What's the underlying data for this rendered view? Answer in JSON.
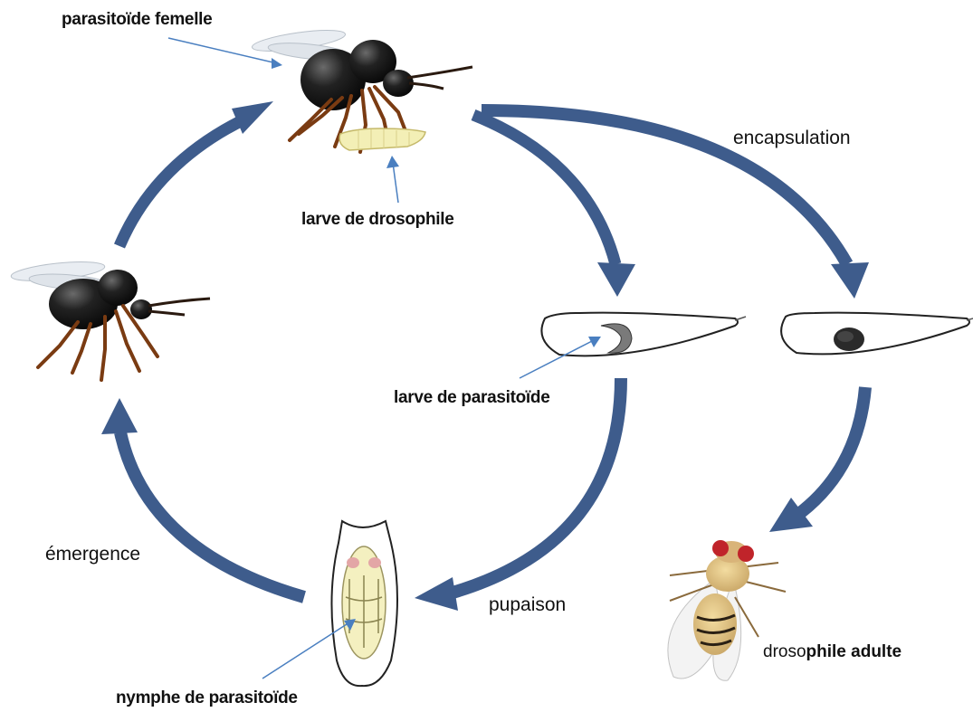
{
  "labels": {
    "parasitoid_female": "parasitoïde femelle",
    "drosophila_larva": "larve de drosophile",
    "encapsulation": "encapsulation",
    "parasitoid_larva": "larve de parasitoïde",
    "emergence": "émergence",
    "pupation": "pupaison",
    "parasitoid_pupa": "nymphe de parasitoïde",
    "adult_drosophila_prefix": "droso",
    "adult_drosophila_suffix": "phile adulte"
  },
  "colors": {
    "arrow": "#3e5c8c",
    "pointer_line": "#4a7fc0",
    "wasp_body": "#1a1a1a",
    "wasp_leg": "#7a3b12",
    "larva_body": "#f3efb6",
    "pupa_fill": "#f4f0c0",
    "encapsulated_disc": "#2a2a2a"
  }
}
